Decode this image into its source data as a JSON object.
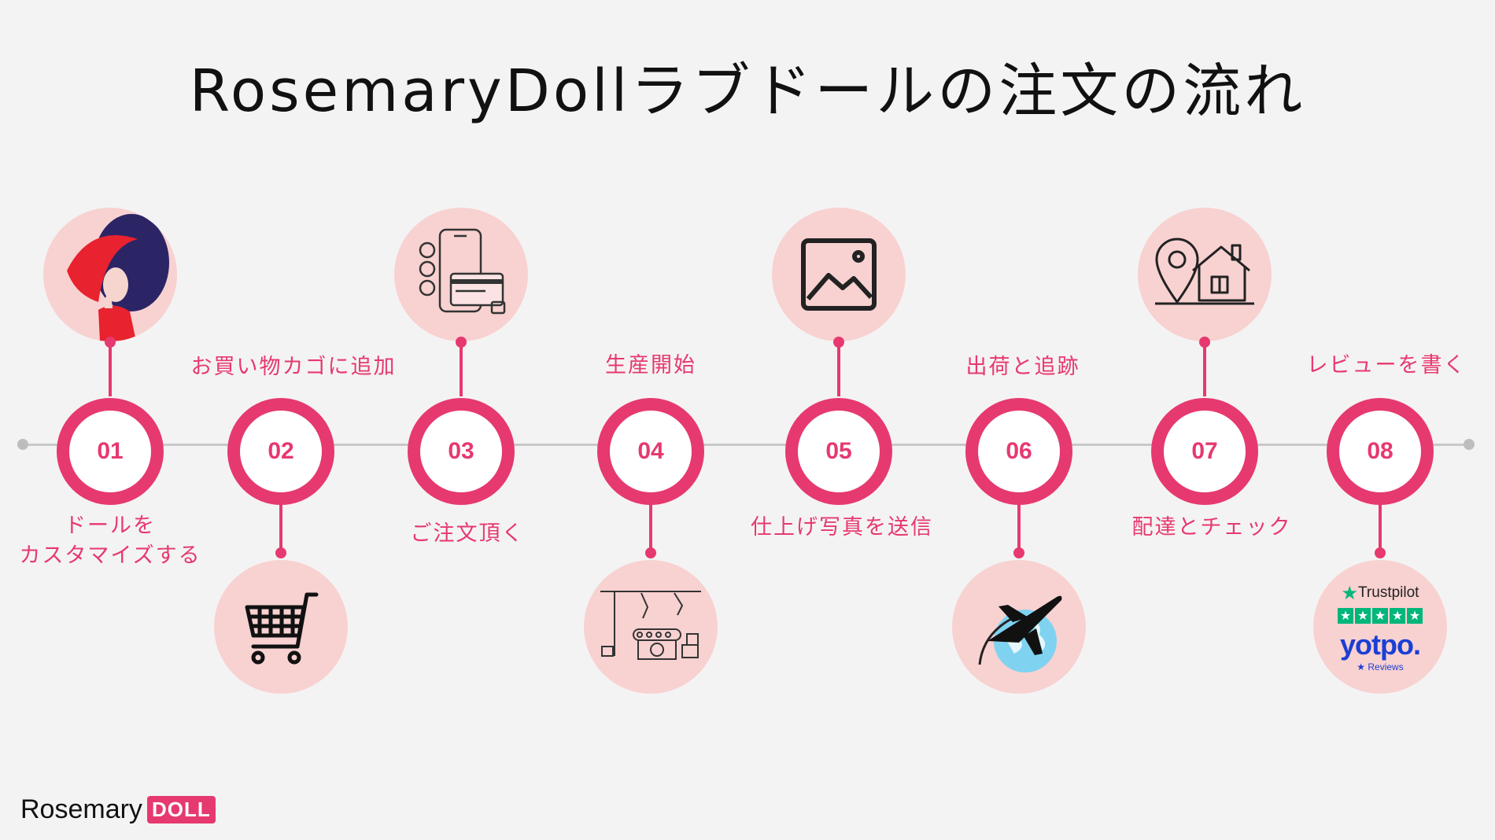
{
  "title": "RosemaryDollラブドールの注文の流れ",
  "colors": {
    "accent": "#e6396f",
    "icon_bg": "#f8d1d1",
    "line": "#c9c9c9"
  },
  "steps": [
    {
      "number": "01",
      "label_lines": [
        "ドールを",
        "カスタマイズする"
      ],
      "icon": "doll-woman-icon"
    },
    {
      "number": "02",
      "label_lines": [
        "お買い物カゴに追加"
      ],
      "icon": "shopping-cart-icon"
    },
    {
      "number": "03",
      "label_lines": [
        "ご注文頂く"
      ],
      "icon": "phone-payment-icon"
    },
    {
      "number": "04",
      "label_lines": [
        "生産開始"
      ],
      "icon": "factory-robot-icon"
    },
    {
      "number": "05",
      "label_lines": [
        "仕上げ写真を送信"
      ],
      "icon": "image-photo-icon"
    },
    {
      "number": "06",
      "label_lines": [
        "出荷と追跡"
      ],
      "icon": "airplane-globe-icon"
    },
    {
      "number": "07",
      "label_lines": [
        "配達とチェック"
      ],
      "icon": "location-house-icon"
    },
    {
      "number": "08",
      "label_lines": [
        "レビューを書く"
      ],
      "icon": "review-logos-icon"
    }
  ],
  "review_logos": {
    "trustpilot": "Trustpilot",
    "yotpo": "yotpo.",
    "yotpo_sub": "Reviews"
  },
  "brand": {
    "name": "Rosemary",
    "badge": "DOLL"
  }
}
